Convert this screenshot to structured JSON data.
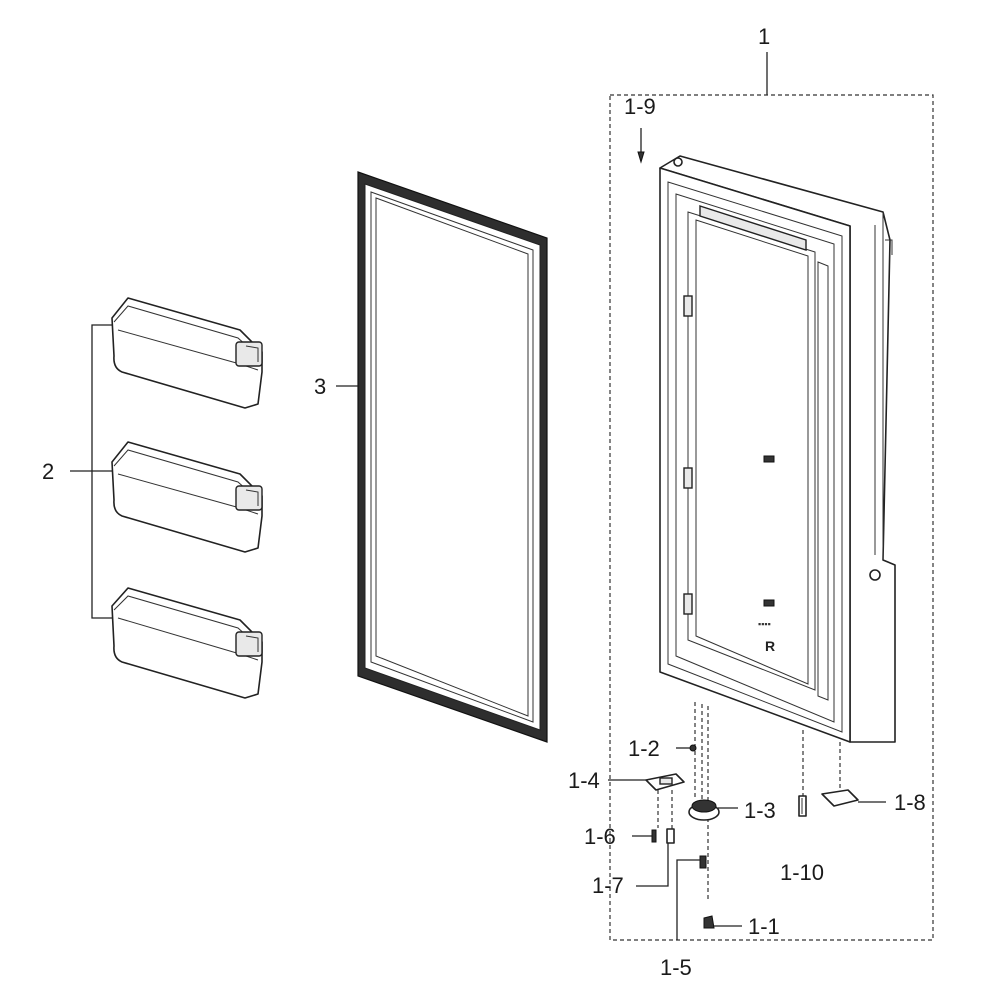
{
  "callouts": {
    "c1": "1",
    "c1_9": "1-9",
    "c2": "2",
    "c3": "3",
    "c1_2": "1-2",
    "c1_4": "1-4",
    "c1_3": "1-3",
    "c1_8": "1-8",
    "c1_6": "1-6",
    "c1_7": "1-7",
    "c1_10": "1-10",
    "c1_1": "1-1",
    "c1_5": "1-5"
  },
  "door_markings": {
    "model_tag": "R"
  },
  "icons": {
    "door_bins": "door-bin-icon",
    "gasket": "door-gasket-icon",
    "door_assembly": "refrigerator-door-icon",
    "screw": "screw-icon",
    "hinge": "hinge-icon",
    "cap": "hinge-cap-icon"
  }
}
